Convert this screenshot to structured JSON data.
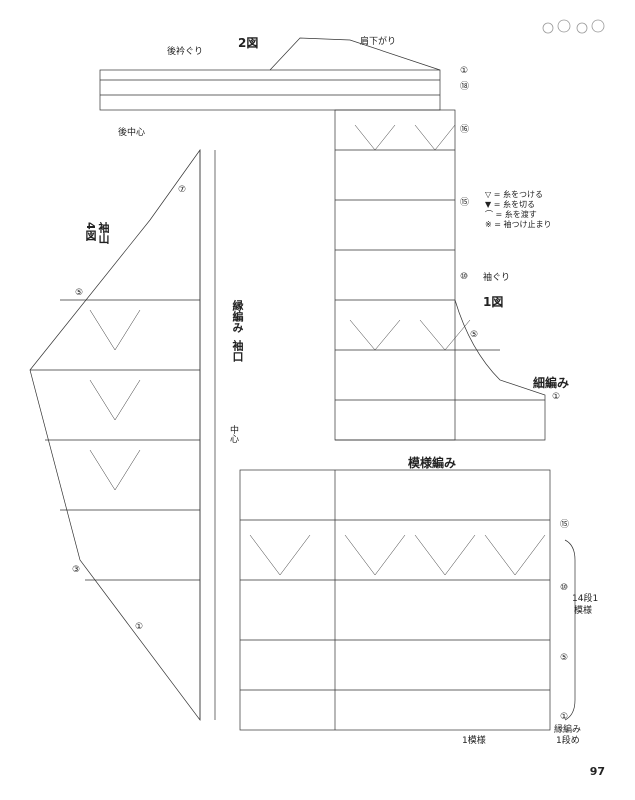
{
  "labels": {
    "fig2": "2図",
    "back_neckline": "後衿ぐり",
    "shoulder_slope": "肩下がり",
    "center_back": "後中心",
    "armhole": "袖ぐり",
    "fig1": "1図",
    "border": "細編み",
    "pattern": "模様編み",
    "sleeve_cap": "袖山",
    "fig4": "4図",
    "cuff": "袖口",
    "cuff_edging": "縁編み",
    "center": "中心",
    "rows_repeat_1": "14段1",
    "rows_repeat_2": "模様",
    "edging_1": "縁編み",
    "edging_2": "1段め",
    "bottom_repeat": "1模様"
  },
  "legend": [
    {
      "symbol": "▽",
      "text": "= 糸をつける"
    },
    {
      "symbol": "▼",
      "text": "= 糸を切る"
    },
    {
      "symbol": "⌒",
      "text": "= 糸を渡す"
    },
    {
      "symbol": "※",
      "text": "= 袖つけ止まり"
    }
  ],
  "row_markers": {
    "top": [
      "①",
      "⑱",
      "⑯"
    ],
    "right": [
      "⑮",
      "⑩",
      "⑤",
      "①"
    ],
    "right_lower": [
      "⑮",
      "⑩",
      "⑤",
      "①"
    ],
    "sleeve": [
      "⑦",
      "⑤",
      "③",
      "①"
    ]
  },
  "page_number": "97",
  "colors": {
    "ink": "#333333",
    "paper": "#ffffff"
  }
}
